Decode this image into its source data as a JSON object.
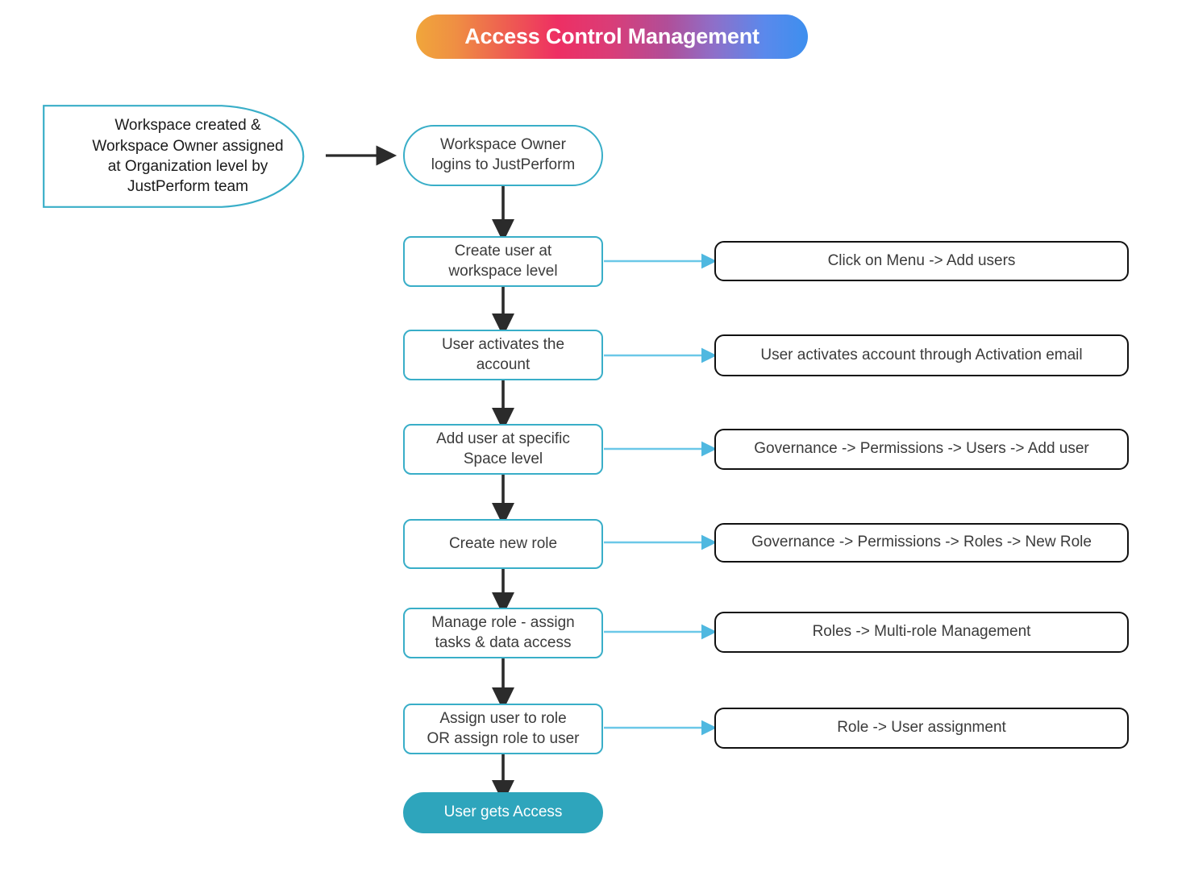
{
  "title": {
    "text": "Access Control Management",
    "gradient_from": "#f0a63b",
    "gradient_mid": "#ee2f63",
    "gradient_to": "#3d8fee"
  },
  "colors": {
    "node_border": "#39aec8",
    "terminal_fill": "#2ea5bc",
    "annotation_border": "#111111",
    "vertical_arrow": "#2b2b2b",
    "horizontal_arrow": "#6bc8e8",
    "text": "#3b3b3b"
  },
  "start_node": {
    "label": "Workspace created &\nWorkspace Owner assigned\nat Organization level by\nJustPerform team"
  },
  "flow_nodes": [
    {
      "id": "login",
      "label": "Workspace Owner\nlogins to JustPerform",
      "shape": "pill"
    },
    {
      "id": "create-user",
      "label": "Create user at\nworkspace level",
      "shape": "box"
    },
    {
      "id": "activate",
      "label": "User activates the\naccount",
      "shape": "box"
    },
    {
      "id": "add-user",
      "label": "Add user at specific\nSpace level",
      "shape": "box"
    },
    {
      "id": "create-role",
      "label": "Create new role",
      "shape": "box"
    },
    {
      "id": "manage-role",
      "label": "Manage role - assign\ntasks & data access",
      "shape": "box"
    },
    {
      "id": "assign",
      "label": "Assign user to role\nOR assign role to user",
      "shape": "box"
    },
    {
      "id": "access",
      "label": "User gets Access",
      "shape": "terminal"
    }
  ],
  "annotations": [
    {
      "id": "annot-add-users",
      "label": "Click on Menu -> Add users"
    },
    {
      "id": "annot-activation",
      "label": "User activates account through Activation email"
    },
    {
      "id": "annot-add-user",
      "label": "Governance -> Permissions  -> Users -> Add user"
    },
    {
      "id": "annot-new-role",
      "label": "Governance -> Permissions  -> Roles -> New Role"
    },
    {
      "id": "annot-multi-role",
      "label": "Roles -> Multi-role Management"
    },
    {
      "id": "annot-user-assign",
      "label": "Role -> User assignment"
    }
  ]
}
